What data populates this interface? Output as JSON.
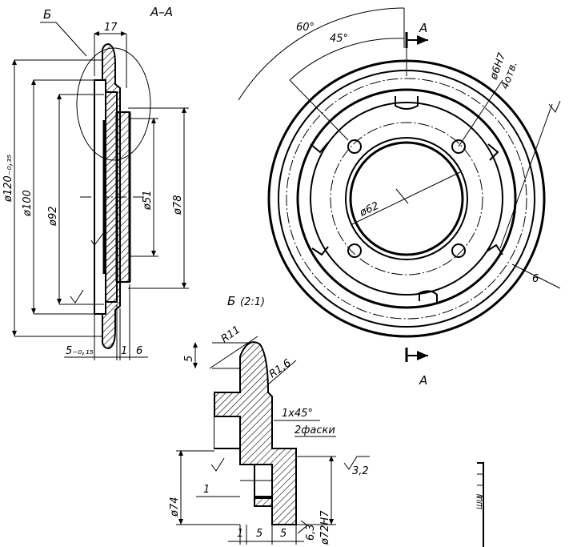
{
  "section_view": {
    "title": "А–А",
    "callout": "Б",
    "dims": {
      "width_top": "17",
      "dia_outer": "ø120₋₀,₃₅",
      "dia_100": "ø100",
      "dia_92": "ø92",
      "dia_51": "ø51",
      "dia_78": "ø78",
      "thk": "5₋₀,₁₅",
      "gap": "1",
      "hub": "6"
    }
  },
  "front_view": {
    "angle_60": "60°",
    "angle_45": "45°",
    "holes": "ø6H7",
    "holes_count": "4отв.",
    "bore": "ø62",
    "dim_6": "6",
    "section_mark": "А"
  },
  "detail_view": {
    "title": "Б",
    "scale": "(2:1)",
    "r11": "R11",
    "r16": "R1,6",
    "dim_5": "5",
    "chamfer": "1x45°",
    "chamfer_note": "2фаски",
    "rough_32": "3,2",
    "rough_63": "6,3",
    "dia_74": "ø74",
    "dia_72": "ø72H7",
    "dim_1": "1",
    "bottom_1": "1",
    "bottom_5a": "5",
    "bottom_5b": "5"
  },
  "corner_stamp": "ШШ"
}
